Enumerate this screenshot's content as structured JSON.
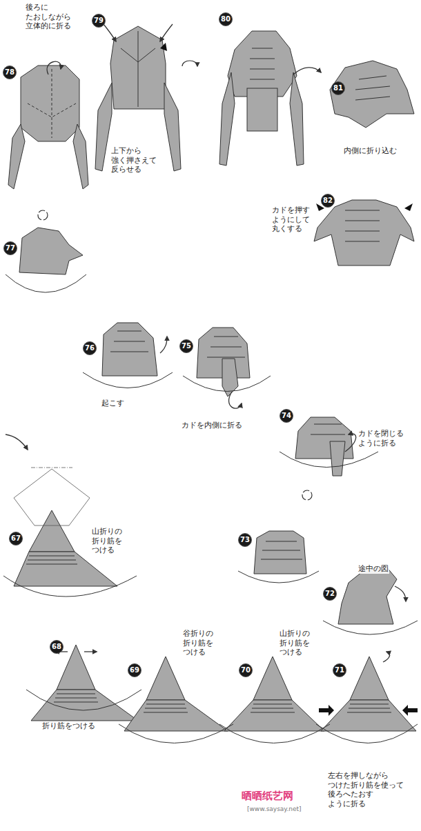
{
  "diagram": {
    "nodes": [
      {
        "text": [
          "67"
        ]
      },
      {
        "text": [
          "68"
        ]
      },
      {
        "text": [
          "69"
        ]
      },
      {
        "text": [
          "70"
        ]
      },
      {
        "text": [
          "71"
        ]
      },
      {
        "text": [
          "72"
        ]
      },
      {
        "text": [
          "73"
        ]
      },
      {
        "text": [
          "74"
        ]
      },
      {
        "text": [
          "75"
        ]
      },
      {
        "text": [
          "76"
        ]
      },
      {
        "text": [
          "77"
        ]
      },
      {
        "text": [
          "78"
        ]
      },
      {
        "text": [
          "79"
        ]
      },
      {
        "text": [
          "80"
        ]
      },
      {
        "text": [
          "81"
        ]
      },
      {
        "text": [
          "82"
        ]
      }
    ],
    "labels": [
      "後ろに たおしながら 立体的に折る",
      "上下から 強く押さえて 反らせる",
      "内側に折り込む",
      "カドを押す ようにして 丸くする",
      "起こす",
      "カドを内側に折る",
      "カドを閉じる ように折る",
      "山折りの 折り筋を つける",
      "途中の図",
      "折り筋をつける",
      "谷折りの 折り筋を つける",
      "山折りの 折り筋を つける",
      "左右を押しながら つけた折り筋を使って 後ろへたおす ように折る",
      "晒晒纸艺网",
      "[www.saysay.net]"
    ]
  }
}
